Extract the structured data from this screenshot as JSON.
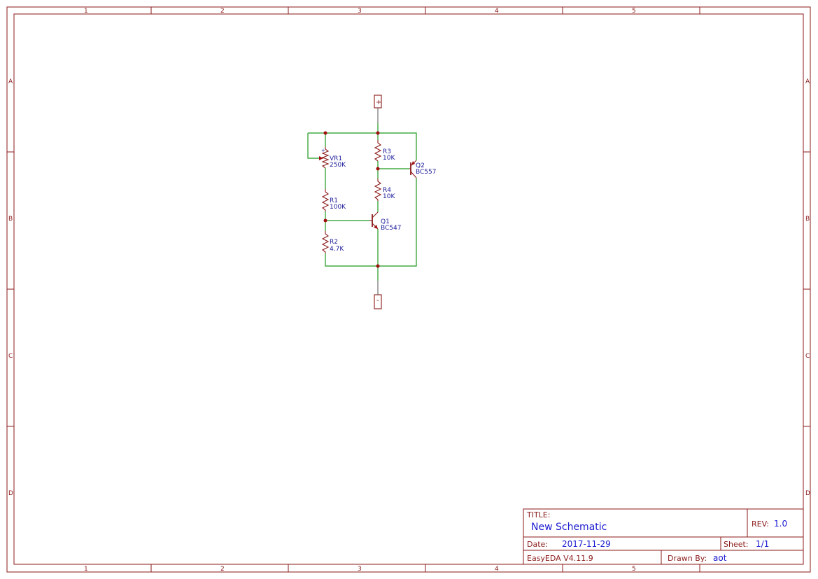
{
  "frame": {
    "columns": [
      "1",
      "2",
      "3",
      "4",
      "5"
    ],
    "rows": [
      "A",
      "B",
      "C",
      "D"
    ]
  },
  "ports": {
    "plus": "+",
    "minus": "-"
  },
  "parts": {
    "vr1": {
      "ref": "VR1",
      "value": "250K"
    },
    "r1": {
      "ref": "R1",
      "value": "100K"
    },
    "r2": {
      "ref": "R2",
      "value": "4.7K"
    },
    "r3": {
      "ref": "R3",
      "value": "10K"
    },
    "r4": {
      "ref": "R4",
      "value": "10K"
    },
    "q1": {
      "ref": "Q1",
      "value": "BC547"
    },
    "q2": {
      "ref": "Q2",
      "value": "BC557"
    }
  },
  "title_block": {
    "title_label": "TITLE:",
    "title": "New Schematic",
    "rev_label": "REV:",
    "rev": "1.0",
    "date_label": "Date:",
    "date": "2017-11-29",
    "sheet_label": "Sheet:",
    "sheet": "1/1",
    "software": "EasyEDA V4.11.9",
    "drawn_by_label": "Drawn By:",
    "drawn_by": "aot"
  }
}
